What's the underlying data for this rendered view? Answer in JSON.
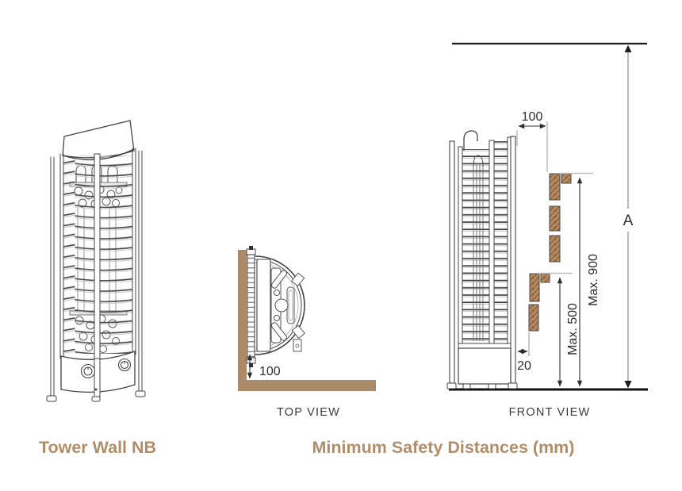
{
  "captions": {
    "product_name": "Tower Wall NB",
    "diagram_title": "Minimum Safety Distances (mm)"
  },
  "top_view": {
    "label": "TOP VIEW",
    "wall_distance": "100"
  },
  "front_view": {
    "label": "FRONT VIEW",
    "side_distance": "100",
    "bench_gap": "20",
    "upper_bench_max": "Max. 900",
    "lower_bench_max": "Max. 500",
    "ceiling_label": "A"
  },
  "colors": {
    "accent_brown": "#b18e6a",
    "wood_fill": "#b5895f",
    "wood_grain": "#7c5c3b",
    "wall_fill": "#ab8a6a",
    "line_dark": "#3f3f3f",
    "dim_line": "#2e2e2e",
    "dim_light_gray": "#bdbdbd",
    "label_gray": "#3c3c3c"
  }
}
